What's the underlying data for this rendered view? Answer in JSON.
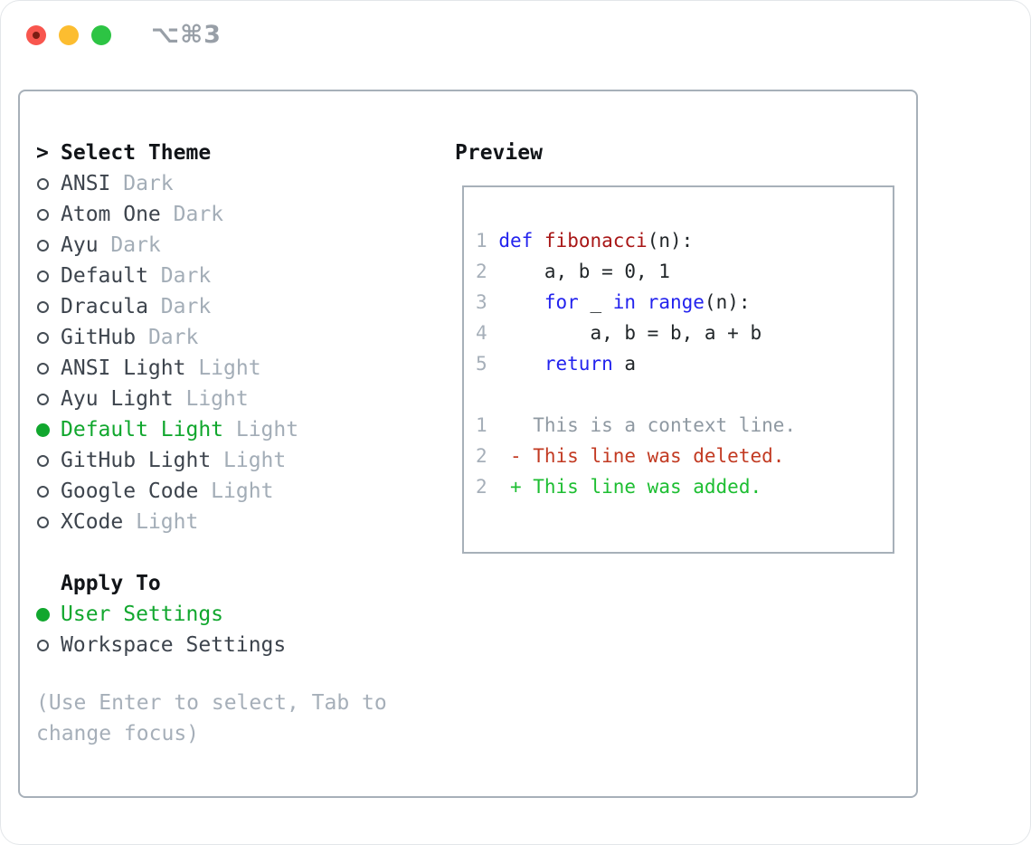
{
  "colors": {
    "selected_green": "#11a72e",
    "added_green": "#1dbe32",
    "deleted_red": "#c23a22",
    "keyword_blue": "#2323ee",
    "function_red": "#a81616",
    "muted_gray": "#a3adb7",
    "traffic_red": "#f8564e",
    "traffic_yellow": "#fcbd30",
    "traffic_green": "#2dc444"
  },
  "window": {
    "title": "⌥⌘3",
    "traffic_lights": [
      "close",
      "minimize",
      "zoom"
    ]
  },
  "theme_panel": {
    "header": {
      "cursor": ">",
      "label": "Select Theme"
    },
    "themes": [
      {
        "name": "ANSI",
        "variant": "Dark",
        "selected": false
      },
      {
        "name": "Atom One",
        "variant": "Dark",
        "selected": false
      },
      {
        "name": "Ayu",
        "variant": "Dark",
        "selected": false
      },
      {
        "name": "Default",
        "variant": "Dark",
        "selected": false
      },
      {
        "name": "Dracula",
        "variant": "Dark",
        "selected": false
      },
      {
        "name": "GitHub",
        "variant": "Dark",
        "selected": false
      },
      {
        "name": "ANSI Light",
        "variant": "Light",
        "selected": false
      },
      {
        "name": "Ayu Light",
        "variant": "Light",
        "selected": false
      },
      {
        "name": "Default Light",
        "variant": "Light",
        "selected": true
      },
      {
        "name": "GitHub Light",
        "variant": "Light",
        "selected": false
      },
      {
        "name": "Google Code",
        "variant": "Light",
        "selected": false
      },
      {
        "name": "XCode",
        "variant": "Light",
        "selected": false
      }
    ],
    "apply_to": {
      "label": "Apply To",
      "options": [
        {
          "name": "User Settings",
          "selected": true
        },
        {
          "name": "Workspace Settings",
          "selected": false
        }
      ]
    },
    "help_lines": [
      "(Use Enter to select, Tab to",
      "change focus)"
    ]
  },
  "preview": {
    "title": "Preview",
    "lines": [
      {
        "num": "1",
        "segments": [
          [
            " ",
            "code"
          ],
          [
            "def",
            "kw"
          ],
          [
            " ",
            "code"
          ],
          [
            "fibonacci",
            "fn"
          ],
          [
            "(n):",
            "code"
          ]
        ]
      },
      {
        "num": "2",
        "segments": [
          [
            "     a, b = 0, 1",
            "code"
          ]
        ]
      },
      {
        "num": "3",
        "segments": [
          [
            "     ",
            "code"
          ],
          [
            "for",
            "kw"
          ],
          [
            " _ ",
            "code"
          ],
          [
            "in",
            "kw"
          ],
          [
            " ",
            "code"
          ],
          [
            "range",
            "kw"
          ],
          [
            "(n):",
            "code"
          ]
        ]
      },
      {
        "num": "4",
        "segments": [
          [
            "         a, b = b, a + b",
            "code"
          ]
        ]
      },
      {
        "num": "5",
        "segments": [
          [
            "     ",
            "code"
          ],
          [
            "return",
            "kw"
          ],
          [
            " a",
            "code"
          ]
        ]
      },
      {
        "num": "",
        "segments": []
      },
      {
        "num": "1",
        "segments": [
          [
            "    This is a context line.",
            "ctx"
          ]
        ]
      },
      {
        "num": "2",
        "segments": [
          [
            "  ",
            "code"
          ],
          [
            "- This line was deleted.",
            "del"
          ]
        ]
      },
      {
        "num": "2",
        "segments": [
          [
            "  ",
            "code"
          ],
          [
            "+ This line was added.",
            "add"
          ]
        ]
      }
    ]
  }
}
